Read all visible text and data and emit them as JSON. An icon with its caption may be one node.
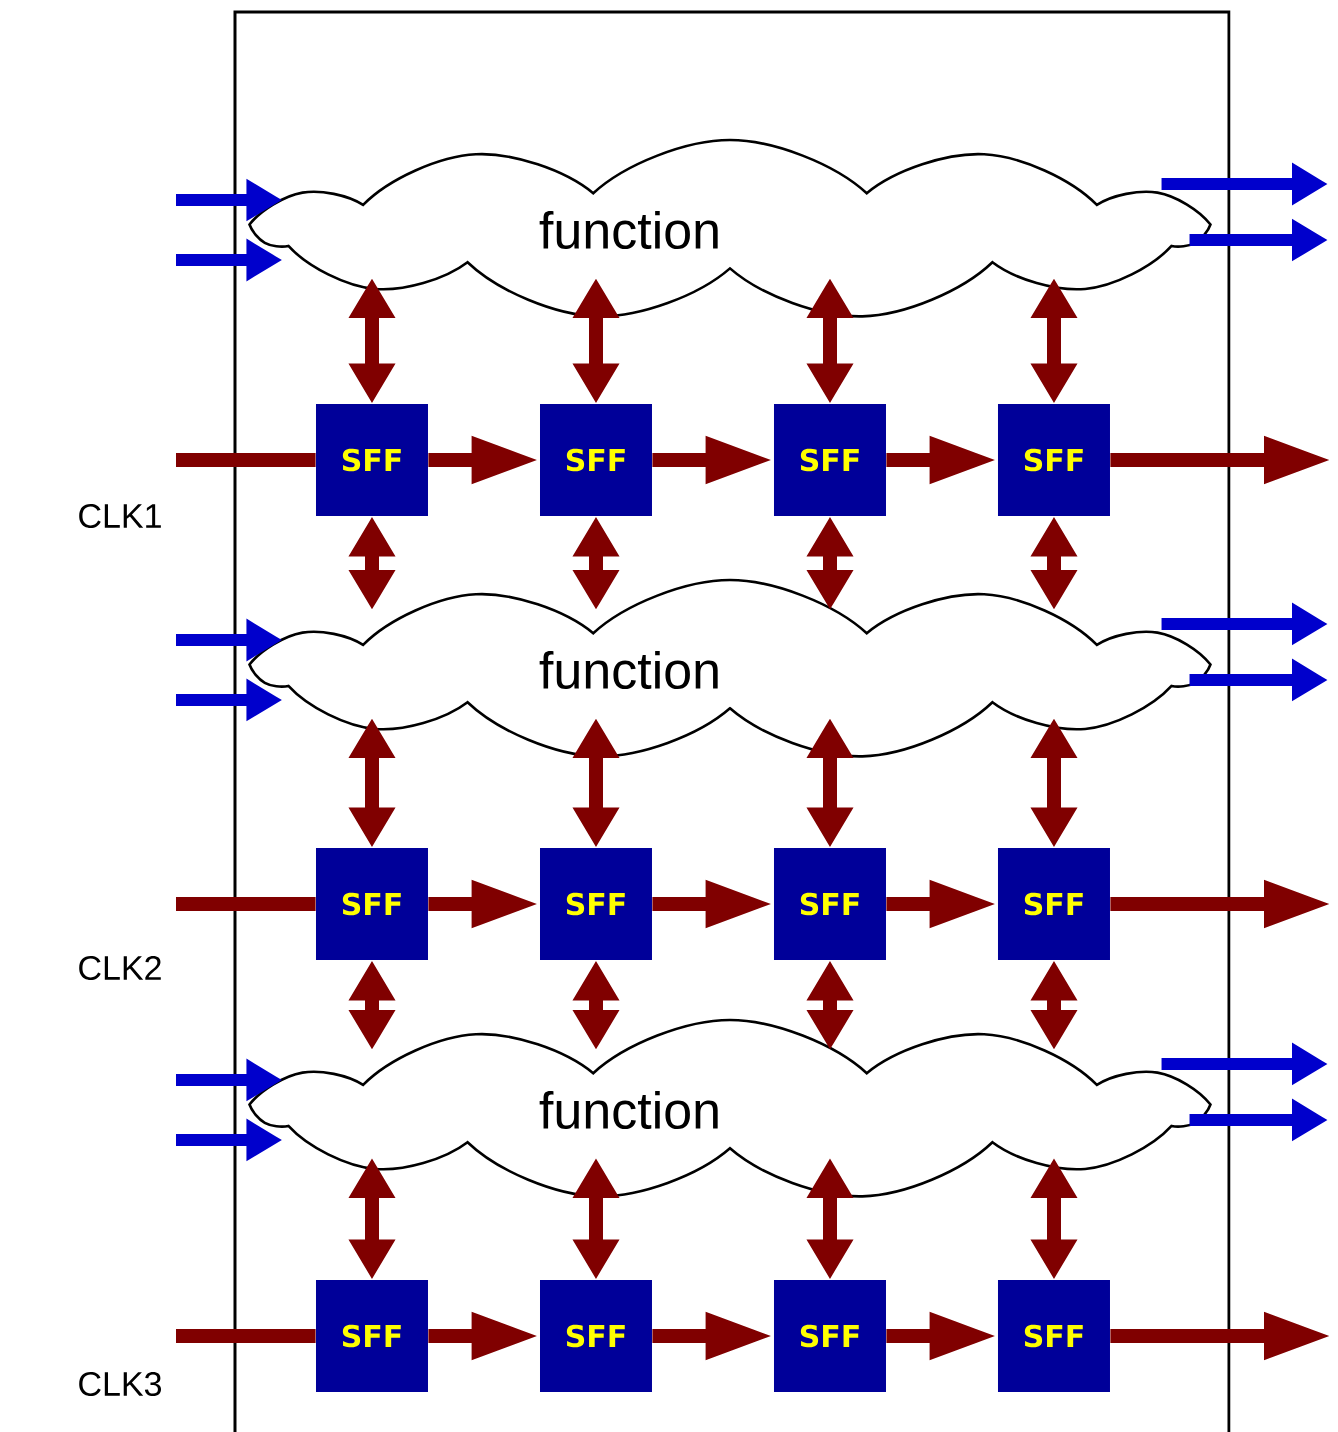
{
  "diagram": {
    "nodes": [
      {
        "text": [],
        "shape": "box"
      },
      {
        "text": [
          "function"
        ],
        "in": 0
      },
      {
        "text": [
          "SFF"
        ],
        "in": 0
      },
      {
        "text": [
          "SFF"
        ],
        "in": 0
      },
      {
        "text": [
          "SFF"
        ],
        "in": 0
      },
      {
        "text": [
          "SFF"
        ],
        "in": 0
      },
      {
        "text": [
          "function"
        ],
        "in": 0
      },
      {
        "text": [
          "SFF"
        ],
        "in": 0
      },
      {
        "text": [
          "SFF"
        ],
        "in": 0
      },
      {
        "text": [
          "SFF"
        ],
        "in": 0
      },
      {
        "text": [
          "SFF"
        ],
        "in": 0
      },
      {
        "text": [
          "function"
        ],
        "in": 0
      },
      {
        "text": [
          "SFF"
        ],
        "in": 0
      },
      {
        "text": [
          "SFF"
        ],
        "in": 0
      },
      {
        "text": [
          "SFF"
        ],
        "in": 0
      },
      {
        "text": [
          "SFF"
        ],
        "in": 0
      }
    ],
    "edges": [
      {
        "from": null,
        "to": 1,
        "arrow": "to",
        "color": "#0000cc"
      },
      {
        "from": null,
        "to": 1,
        "arrow": "to",
        "color": "#0000cc"
      },
      {
        "from": 1,
        "to": null,
        "arrow": "to",
        "color": "#0000cc"
      },
      {
        "from": 1,
        "to": null,
        "arrow": "to",
        "color": "#0000cc"
      },
      {
        "from": 1,
        "to": 2,
        "arrow": "both"
      },
      {
        "from": 1,
        "to": 3,
        "arrow": "both"
      },
      {
        "from": 1,
        "to": 4,
        "arrow": "both"
      },
      {
        "from": 1,
        "to": 5,
        "arrow": "both"
      },
      {
        "from": null,
        "to": 2,
        "arrow": "none"
      },
      {
        "from": 2,
        "to": 3,
        "arrow": "to"
      },
      {
        "from": 3,
        "to": 4,
        "arrow": "to"
      },
      {
        "from": 4,
        "to": 5,
        "arrow": "to"
      },
      {
        "from": 5,
        "to": null,
        "arrow": "to"
      },
      {
        "from": 2,
        "to": 6,
        "arrow": "both"
      },
      {
        "from": 3,
        "to": 6,
        "arrow": "both"
      },
      {
        "from": 4,
        "to": 6,
        "arrow": "both"
      },
      {
        "from": 5,
        "to": 6,
        "arrow": "both"
      },
      {
        "from": null,
        "to": 6,
        "arrow": "to",
        "color": "#0000cc"
      },
      {
        "from": null,
        "to": 6,
        "arrow": "to",
        "color": "#0000cc"
      },
      {
        "from": 6,
        "to": null,
        "arrow": "to",
        "color": "#0000cc"
      },
      {
        "from": 6,
        "to": null,
        "arrow": "to",
        "color": "#0000cc"
      },
      {
        "from": 6,
        "to": 7,
        "arrow": "both"
      },
      {
        "from": 6,
        "to": 8,
        "arrow": "both"
      },
      {
        "from": 6,
        "to": 9,
        "arrow": "both"
      },
      {
        "from": 6,
        "to": 10,
        "arrow": "both"
      },
      {
        "from": null,
        "to": 7,
        "arrow": "none"
      },
      {
        "from": 7,
        "to": 8,
        "arrow": "to"
      },
      {
        "from": 8,
        "to": 9,
        "arrow": "to"
      },
      {
        "from": 9,
        "to": 10,
        "arrow": "to"
      },
      {
        "from": 10,
        "to": null,
        "arrow": "to"
      },
      {
        "from": 7,
        "to": 11,
        "arrow": "both"
      },
      {
        "from": 8,
        "to": 11,
        "arrow": "both"
      },
      {
        "from": 9,
        "to": 11,
        "arrow": "both"
      },
      {
        "from": 10,
        "to": 11,
        "arrow": "both"
      },
      {
        "from": null,
        "to": 11,
        "arrow": "to",
        "color": "#0000cc"
      },
      {
        "from": null,
        "to": 11,
        "arrow": "to",
        "color": "#0000cc"
      },
      {
        "from": 11,
        "to": null,
        "arrow": "to",
        "color": "#0000cc"
      },
      {
        "from": 11,
        "to": null,
        "arrow": "to",
        "color": "#0000cc"
      },
      {
        "from": 11,
        "to": 12,
        "arrow": "both"
      },
      {
        "from": 11,
        "to": 13,
        "arrow": "both"
      },
      {
        "from": 11,
        "to": 14,
        "arrow": "both"
      },
      {
        "from": 11,
        "to": 15,
        "arrow": "both"
      },
      {
        "from": null,
        "to": 12,
        "arrow": "none"
      },
      {
        "from": 12,
        "to": 13,
        "arrow": "to"
      },
      {
        "from": 13,
        "to": 14,
        "arrow": "to"
      },
      {
        "from": 14,
        "to": 15,
        "arrow": "to"
      },
      {
        "from": 15,
        "to": null,
        "arrow": "to"
      }
    ],
    "labels": [
      "CLK1",
      "CLK2",
      "CLK3"
    ]
  }
}
